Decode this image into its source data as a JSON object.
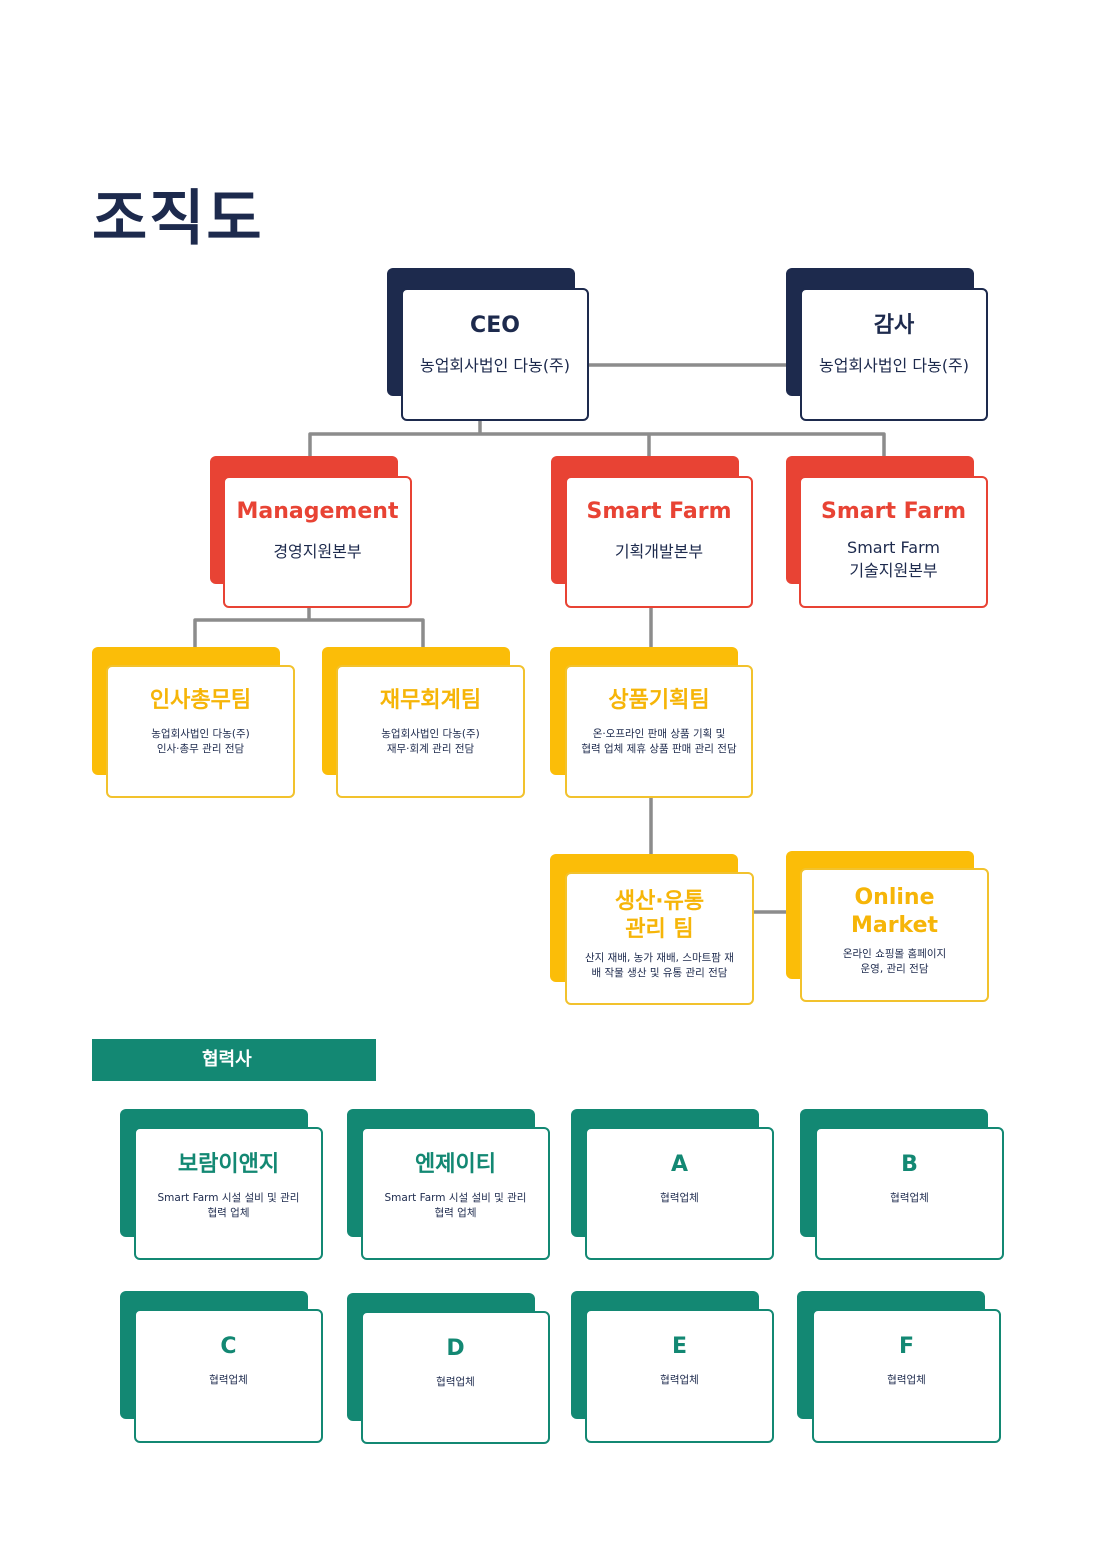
{
  "title": "조직도",
  "colors": {
    "navy": "#1d2a4d",
    "red": "#e84334",
    "yellow": "#fbbd08",
    "green": "#138873",
    "connector": "#8c8c8c"
  },
  "nodes": {
    "ceo": {
      "title": "CEO",
      "sub": "농업회사법인 다농(주)"
    },
    "audit": {
      "title": "감사",
      "sub": "농업회사법인 다농(주)"
    },
    "management": {
      "title": "Management",
      "sub": "경영지원본부"
    },
    "smartfarm_dev": {
      "title": "Smart Farm",
      "sub": "기획개발본부"
    },
    "smartfarm_tech": {
      "title": "Smart Farm",
      "sub": "Smart Farm\n기술지원본부"
    },
    "hr": {
      "title": "인사총무팀",
      "sub": "농업회사법인 다농(주)\n인사·총무 관리 전담"
    },
    "finance": {
      "title": "재무회계팀",
      "sub": "농업회사법인 다농(주)\n재무·회계 관리 전담"
    },
    "product": {
      "title": "상품기획팀",
      "sub": "온·오프라인 판매 상품 기획 및\n협력 업체 제휴 상품 판매 관리 전담"
    },
    "production": {
      "title": "생산·유통\n관리 팀",
      "sub": "산지 재배, 농가 재배, 스마트팜 재\n배 작물 생산 및 유통 관리 전담"
    },
    "online": {
      "title": "Online\nMarket",
      "sub": "온라인 쇼핑몰 홈페이지\n운영, 관리 전담"
    }
  },
  "partners": {
    "label": "협력사",
    "items": [
      {
        "title": "보람이앤지",
        "sub": "Smart Farm 시설 설비 및 관리\n협력 업체"
      },
      {
        "title": "엔제이티",
        "sub": "Smart Farm 시설 설비 및 관리\n협력 업체"
      },
      {
        "title": "A",
        "sub": "협력업체"
      },
      {
        "title": "B",
        "sub": "협력업체"
      },
      {
        "title": "C",
        "sub": "협력업체"
      },
      {
        "title": "D",
        "sub": "협력업체"
      },
      {
        "title": "E",
        "sub": "협력업체"
      },
      {
        "title": "F",
        "sub": "협력업체"
      }
    ]
  }
}
